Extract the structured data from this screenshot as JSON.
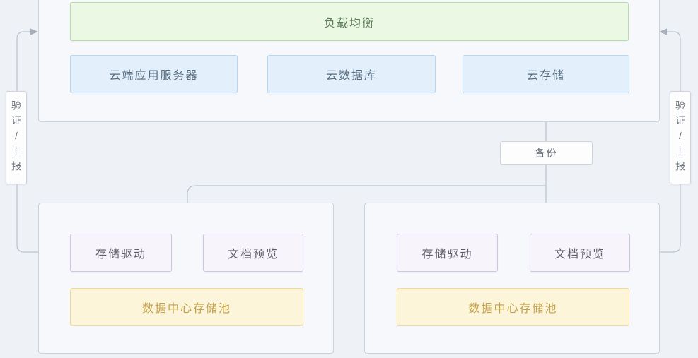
{
  "cloud": {
    "load_balancer": "负载均衡",
    "nodes": {
      "app_server": "云端应用服务器",
      "database": "云数据库",
      "storage": "云存储"
    }
  },
  "backup": {
    "label": "备份"
  },
  "verify_left": {
    "label": "验证/上报"
  },
  "verify_right": {
    "label": "验证/上报"
  },
  "datacenters": [
    {
      "storage_driver": "存储驱动",
      "doc_preview": "文档预览",
      "pool": "数据中心存储池"
    },
    {
      "storage_driver": "存储驱动",
      "doc_preview": "文档预览",
      "pool": "数据中心存储池"
    }
  ],
  "colors": {
    "page_bg": "#eef1f6",
    "container_bg": "#f6f8fb",
    "container_border": "#ccd3dd",
    "load_balancer_bg": "#ebf8e3",
    "load_balancer_border": "#b7dcaa",
    "load_balancer_text": "#5f7d5c",
    "cloud_node_bg": "#e3f0fb",
    "cloud_node_border": "#b6d7ef",
    "cloud_node_text": "#566b7e",
    "module_bg": "#f7f4fb",
    "module_border": "#cfc4e6",
    "module_text": "#605f68",
    "pool_bg": "#fdf5d9",
    "pool_border": "#f0da94",
    "pool_text": "#c2a14a",
    "plain_box_bg": "#fdfdfe",
    "plain_box_border": "#ced3dc",
    "plain_text": "#6a6f77",
    "connector_line": "#bcc2cc",
    "connector_arrow": "#a8aeb9"
  }
}
